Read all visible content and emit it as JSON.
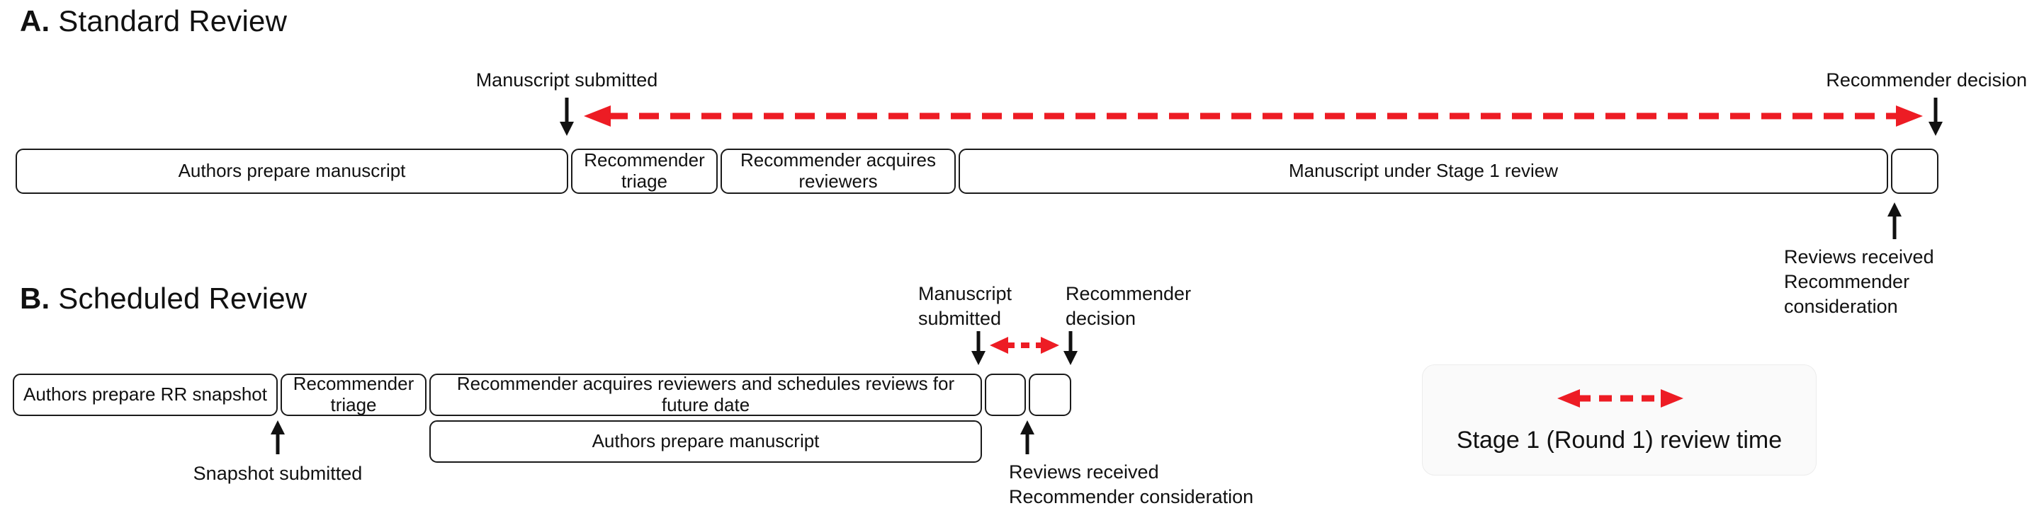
{
  "colors": {
    "accent_red": "#ed1c24",
    "ink": "#111111",
    "box_border": "#1a1a1a",
    "legend_background": "#fafafa"
  },
  "section_a": {
    "heading_prefix": "A.",
    "heading": "Standard Review",
    "manuscript_submitted_label": "Manuscript submitted",
    "recommender_decision_label": "Recommender decision",
    "reviews_received_line1": "Reviews received",
    "reviews_received_line2": "Recommender consideration",
    "boxes": [
      {
        "label": "Authors prepare manuscript"
      },
      {
        "label": "Recommender triage"
      },
      {
        "label": "Recommender acquires reviewers"
      },
      {
        "label": "Manuscript under Stage 1 review"
      },
      {
        "label": ""
      }
    ]
  },
  "section_b": {
    "heading_prefix": "B.",
    "heading": "Scheduled Review",
    "manuscript_submitted_line1": "Manuscript",
    "manuscript_submitted_line2": "submitted",
    "recommender_decision_line1": "Recommender",
    "recommender_decision_line2": "decision",
    "snapshot_submitted_label": "Snapshot submitted",
    "reviews_received_line1": "Reviews received",
    "reviews_received_line2": "Recommender consideration",
    "row1_boxes": [
      {
        "label": "Authors prepare RR snapshot"
      },
      {
        "label": "Recommender triage"
      },
      {
        "label": "Recommender acquires reviewers and schedules reviews for future date"
      },
      {
        "label": ""
      },
      {
        "label": ""
      }
    ],
    "row2_boxes": [
      {
        "label": "Authors prepare manuscript"
      }
    ]
  },
  "legend": {
    "label": "Stage 1 (Round 1) review time"
  }
}
